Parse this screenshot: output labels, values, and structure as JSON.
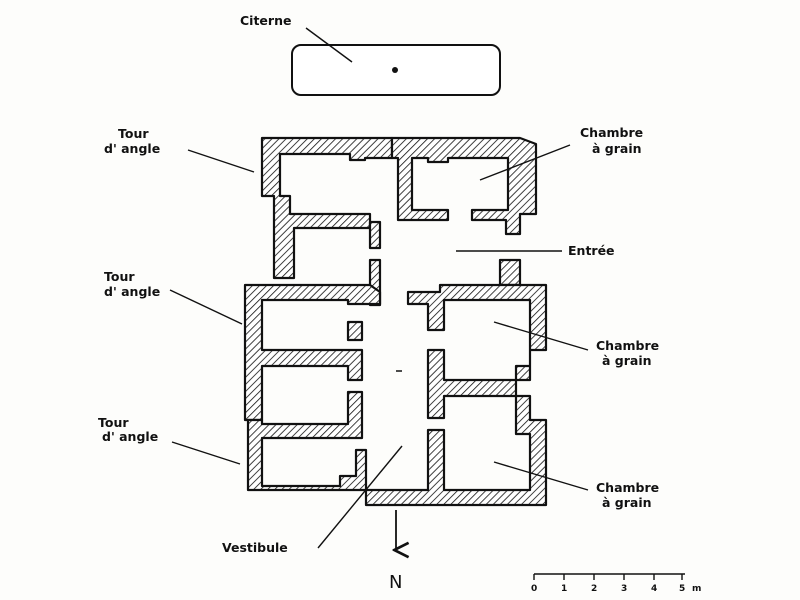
{
  "labels": {
    "citerne": "Citerne",
    "tour_angle_1_line1": "Tour",
    "tour_angle_1_line2": "d' angle",
    "tour_angle_2_line1": "Tour",
    "tour_angle_2_line2": "d' angle",
    "tour_angle_3_line1": "Tour",
    "tour_angle_3_line2": "d' angle",
    "chambre_1_line1": "Chambre",
    "chambre_1_line2": "à grain",
    "chambre_2_line1": "Chambre",
    "chambre_2_line2": "à grain",
    "chambre_3_line1": "Chambre",
    "chambre_3_line2": "à grain",
    "entree": "Entrée",
    "vestibule": "Vestibule",
    "north": "N"
  },
  "scale_bar": {
    "ticks": [
      "0",
      "1",
      "2",
      "3",
      "4",
      "5"
    ],
    "unit": "m"
  },
  "colors": {
    "ink": "#111111",
    "paper": "#fdfdfb"
  }
}
